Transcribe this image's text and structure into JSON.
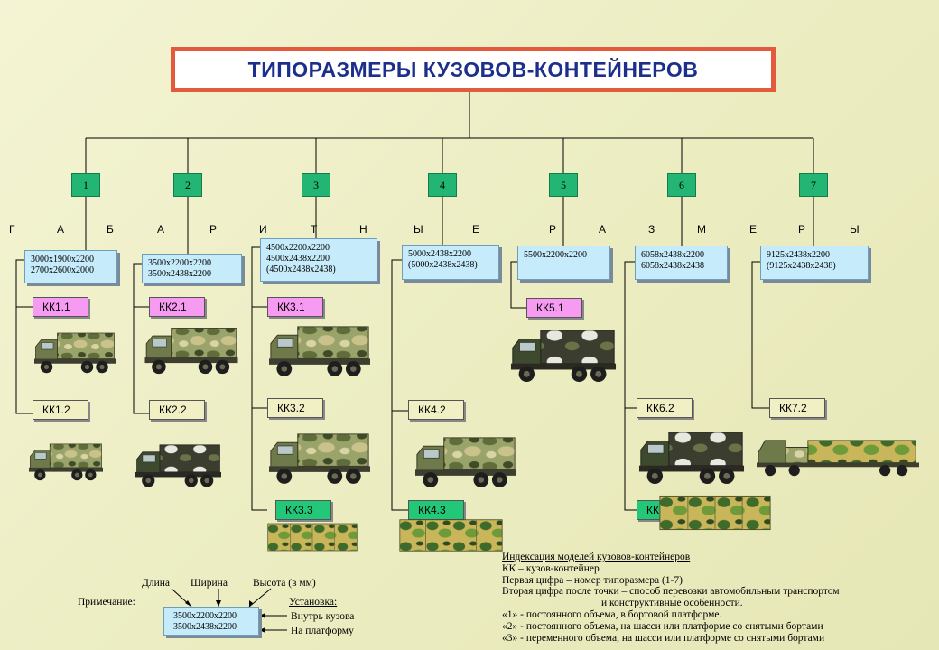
{
  "title": "ТИПОРАЗМЕРЫ  КУЗОВОВ-КОНТЕЙНЕРОВ",
  "sizes": [
    {
      "num": "1",
      "dims": [
        "3000x1900x2200",
        "2700x2600x2000"
      ]
    },
    {
      "num": "2",
      "dims": [
        "3500x2200x2200",
        "3500x2438x2200"
      ]
    },
    {
      "num": "3",
      "dims": [
        "4500x2200x2200",
        "4500x2438x2200",
        "(4500x2438x2438)"
      ]
    },
    {
      "num": "4",
      "dims": [
        "5000x2438x2200",
        "(5000x2438x2438)"
      ]
    },
    {
      "num": "5",
      "dims": [
        "5500x2200x2200"
      ]
    },
    {
      "num": "6",
      "dims": [
        "6058x2438x2200",
        "6058x2438x2438"
      ]
    },
    {
      "num": "7",
      "dims": [
        "9125x2438x2200",
        "(9125x2438x2438)"
      ]
    }
  ],
  "letters": [
    "Г",
    "А",
    "Б",
    "А",
    "Р",
    "И",
    "Т",
    "Н",
    "Ы",
    "Е",
    "Р",
    "А",
    "З",
    "М",
    "Е",
    "Р",
    "Ы"
  ],
  "models": {
    "kk1_1": "КК1.1",
    "kk1_2": "КК1.2",
    "kk2_1": "КК2.1",
    "kk2_2": "КК2.2",
    "kk3_1": "КК3.1",
    "kk3_2": "КК3.2",
    "kk3_3": "КК3.3",
    "kk4_2": "КК4.2",
    "kk4_3": "КК4.3",
    "kk5_1": "КК5.1",
    "kk6_2": "КК6.2",
    "kk6_3": "КК6.3",
    "kk7_2": "КК7.2"
  },
  "colors": {
    "pink": "#f79bf2",
    "tan": "#f1efc4",
    "green": "#22c878",
    "box": "#c6ebfb",
    "title_border": "#e35a3c",
    "title_text": "#1d2f8c"
  },
  "note": {
    "label": "Примечание:",
    "length": "Длина",
    "width": "Ширина",
    "height": "Высота (в мм)",
    "dims": [
      "3500x2200x2200",
      "3500x2438x2200"
    ],
    "install_title": "Установка:",
    "inside": "Внутрь кузова",
    "platform": "На платформу"
  },
  "legend": {
    "title": "Индексация  моделей кузовов-контейнеров",
    "l1": "КК – кузов-контейнер",
    "l2": "Первая цифра – номер типоразмера (1-7)",
    "l3": "Вторая цифра после точки – способ перевозки автомобильным транспортом",
    "l4": "и конструктивные особенности.",
    "l5": "«1» - постоянного объема, в бортовой платформе.",
    "l6": "«2» - постоянного объема, на шасси или платформе со снятыми бортами",
    "l7": "«3» - переменного объема, на шасси или платформе со снятыми бортами"
  }
}
